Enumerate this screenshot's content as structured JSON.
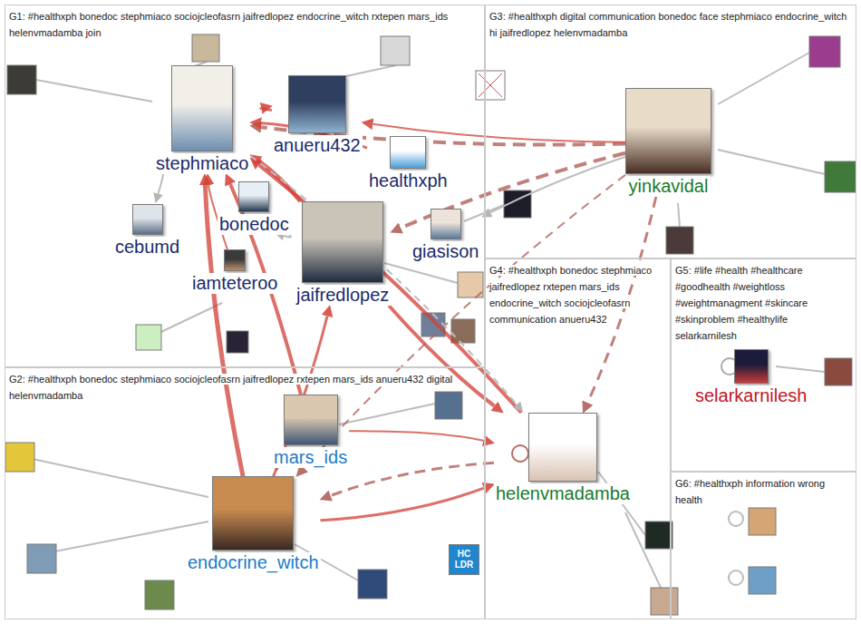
{
  "diagram": {
    "nodes": [
      {
        "text": [
          "G1: #healthxph bonedoc stephmiaco sociojcleofasrn jaifredlopez endocrine_witch rxtepen mars_ids helenvmadamba join"
        ]
      },
      {
        "text": [
          "stephmiaco"
        ],
        "in": 0
      },
      {
        "text": [
          "anueru432"
        ],
        "in": 0
      },
      {
        "text": [
          "healthxph"
        ],
        "in": 0
      },
      {
        "text": [
          "bonedoc"
        ],
        "in": 0
      },
      {
        "text": [
          "cebumd"
        ],
        "in": 0
      },
      {
        "text": [
          "iamteteroo"
        ],
        "in": 0
      },
      {
        "text": [
          "jaifredlopez"
        ],
        "in": 0
      },
      {
        "text": [
          "giasison"
        ],
        "in": 0
      },
      {
        "text": [
          "G3: #healthxph digital communication bonedoc face stephmiaco endocrine_witch hi jaifredlopez helenvmadamba"
        ]
      },
      {
        "text": [
          "yinkavidal"
        ],
        "in": 9
      },
      {
        "text": [
          "G2: #healthxph bonedoc stephmiaco sociojcleofasrn jaifredlopez rxtepen mars_ids anueru432 digital helenvmadamba"
        ]
      },
      {
        "text": [
          "mars_ids"
        ],
        "in": 11
      },
      {
        "text": [
          "endocrine_witch"
        ],
        "in": 11
      },
      {
        "text": [
          "G4: #healthxph bonedoc stephmiaco jaifredlopez rxtepen mars_ids endocrine_witch sociojcleofasrn communication anueru432"
        ]
      },
      {
        "text": [
          "helenvmadamba"
        ],
        "in": 14
      },
      {
        "text": [
          "G5: #life #health #healthcare #goodhealth #weightloss #weightmanagment #skincare #skinproblem #healthylife selarkarnilesh"
        ]
      },
      {
        "text": [
          "selarkarnilesh"
        ],
        "in": 16
      },
      {
        "text": [
          "G6: #healthxph information wrong health"
        ]
      }
    ],
    "edges": [
      {
        "from": 7,
        "to": 1,
        "arrow": "to"
      },
      {
        "from": 10,
        "to": 1,
        "arrow": "to"
      },
      {
        "from": 10,
        "to": 7,
        "arrow": "to"
      },
      {
        "from": 10,
        "to": 15,
        "arrow": "to"
      },
      {
        "from": 13,
        "to": 1,
        "arrow": "to"
      },
      {
        "from": 12,
        "to": 1,
        "arrow": "to"
      },
      {
        "from": 15,
        "to": 1,
        "arrow": "to"
      },
      {
        "from": 13,
        "to": 15,
        "arrow": "to"
      },
      {
        "from": 15,
        "to": 13,
        "arrow": "to"
      },
      {
        "from": 7,
        "to": 15,
        "arrow": "to"
      },
      {
        "from": 10,
        "to": 8,
        "arrow": "to"
      },
      {
        "from": 10,
        "to": 2,
        "arrow": "to"
      },
      {
        "from": 1,
        "to": 5,
        "arrow": "to"
      },
      {
        "from": 12,
        "to": 13,
        "arrow": "to"
      },
      {
        "from": 10,
        "to": 13,
        "arrow": "to"
      },
      {
        "from": 6,
        "to": 1,
        "arrow": "to"
      },
      {
        "from": 3,
        "to": 1,
        "arrow": "to"
      },
      {
        "from": 12,
        "to": 15,
        "arrow": "to"
      },
      {
        "from": 2,
        "to": 1,
        "arrow": "to"
      },
      {
        "from": 4,
        "to": 7,
        "arrow": "to"
      },
      {
        "from": 13,
        "to": 7,
        "arrow": "to"
      },
      {
        "from": 1,
        "to": 15,
        "arrow": "to"
      }
    ],
    "labels": [
      "HC LDR"
    ]
  }
}
